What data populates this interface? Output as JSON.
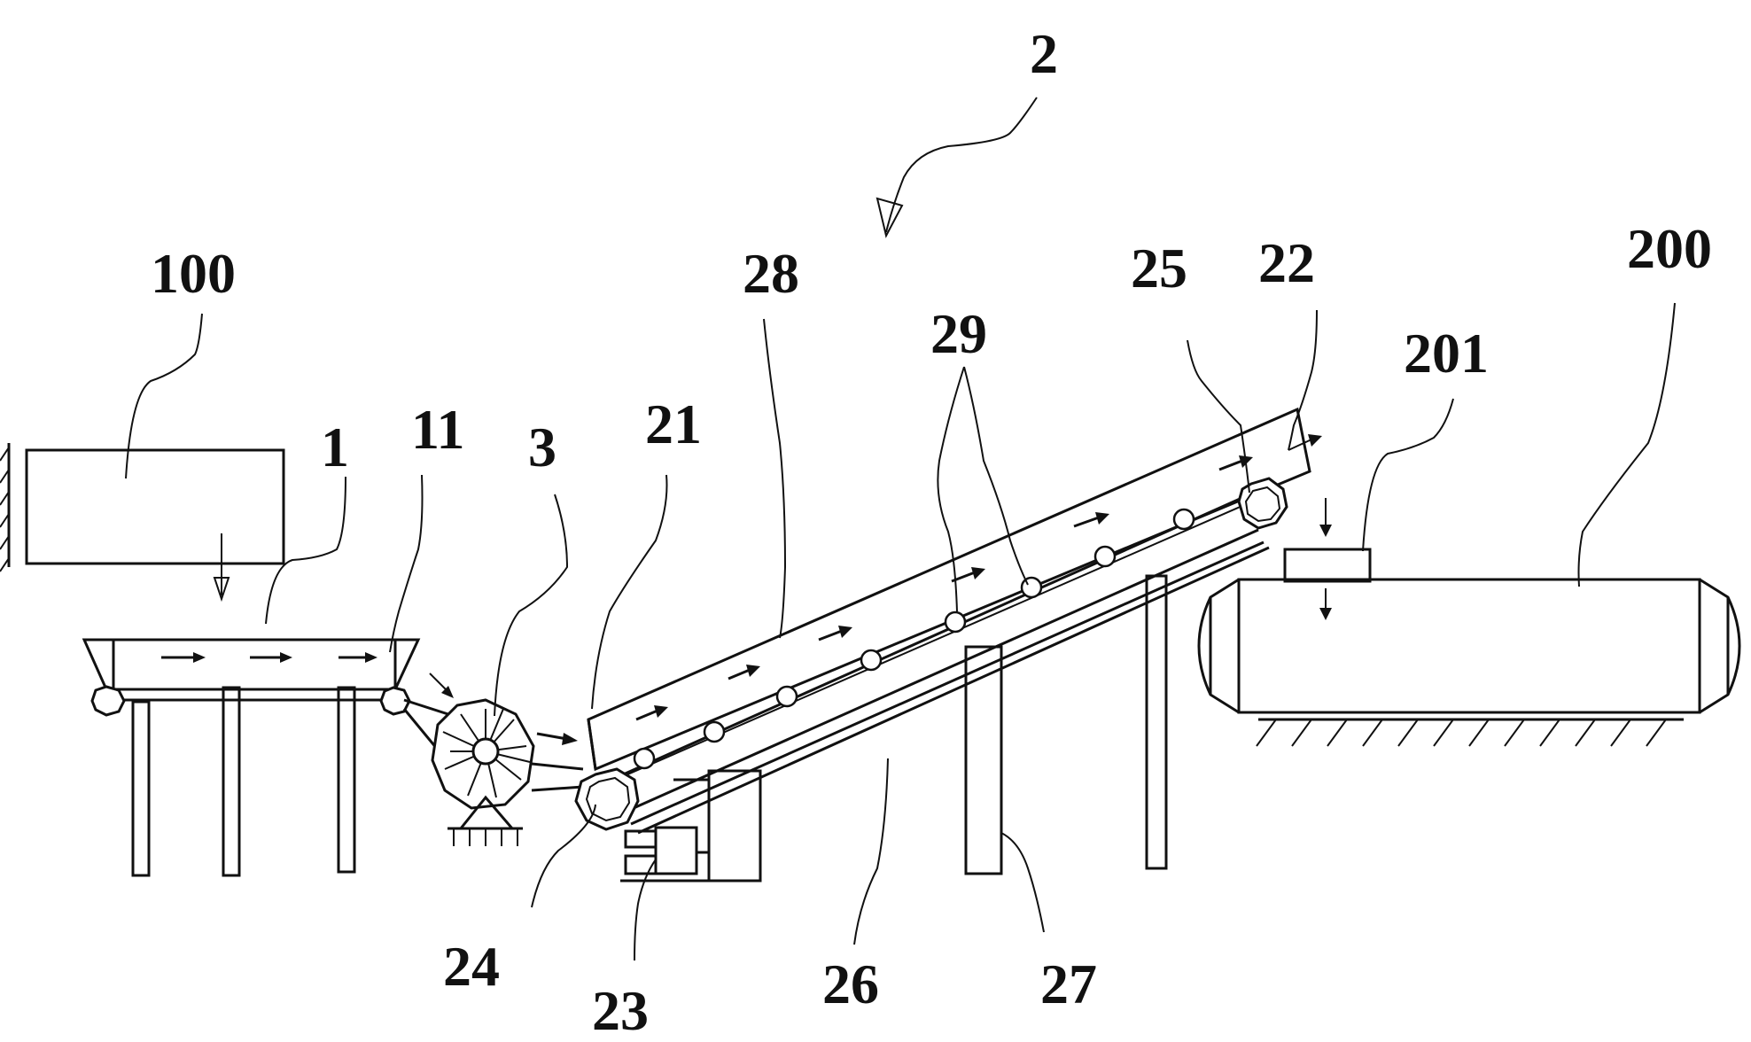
{
  "labels": {
    "l2": "2",
    "l100": "100",
    "l1": "1",
    "l11": "11",
    "l3": "3",
    "l21": "21",
    "l28": "28",
    "l29": "29",
    "l25": "25",
    "l22": "22",
    "l200": "200",
    "l201": "201",
    "l24": "24",
    "l23": "23",
    "l26": "26",
    "l27": "27"
  }
}
